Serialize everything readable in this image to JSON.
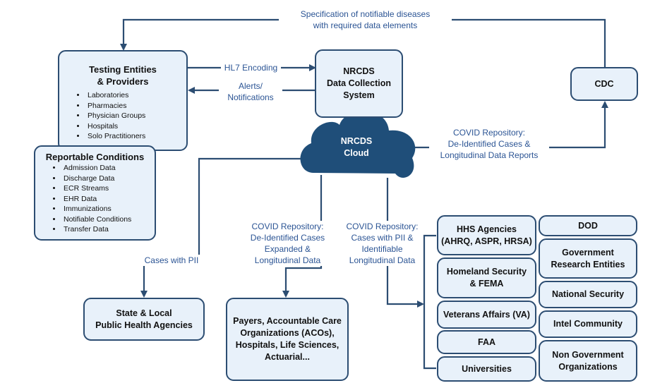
{
  "nodes": {
    "testing": {
      "title": "Testing Entities\n& Providers",
      "items": [
        "Laboratories",
        "Pharmacies",
        "Physician Groups",
        "Hospitals",
        "Solo Practitioners"
      ]
    },
    "reportable": {
      "title": "Reportable Conditions",
      "items": [
        "Admission Data",
        "Discharge Data",
        "ECR Streams",
        "EHR Data",
        "Immunizations",
        "Notifiable Conditions",
        "Transfer Data"
      ]
    },
    "nrcds_system": "NRCDS\nData Collection\nSystem",
    "cloud": "NRCDS\nCloud",
    "cdc": "CDC",
    "state_local": "State & Local\nPublic Health Agencies",
    "payers": "Payers, Accountable Care\nOrganizations (ACOs),\nHospitals, Life Sciences,\nActuarial...",
    "hhs": "HHS Agencies\n(AHRQ, ASPR, HRSA)",
    "homeland": "Homeland Security\n& FEMA",
    "veterans": "Veterans Affairs (VA)",
    "faa": "FAA",
    "universities": "Universities",
    "dod": "DOD",
    "gov_research": "Government\nResearch Entities",
    "national_security": "National Security",
    "intel": "Intel Community",
    "non_gov": "Non Government\nOrganizations"
  },
  "edges": {
    "spec": [
      "Specification of notifiable diseases",
      "with required data elements"
    ],
    "hl7": [
      "HL7 Encoding"
    ],
    "alerts": [
      "Alerts/",
      "Notifications"
    ],
    "covid_cdc": [
      "COVID Repository:",
      "De-Identified Cases &",
      "Longitudinal Data Reports"
    ],
    "cases_pii": [
      "Cases with PII"
    ],
    "covid_expanded": [
      "COVID Repository:",
      "De-Identified Cases",
      "Expanded &",
      "Longitudinal Data"
    ],
    "covid_pii": [
      "COVID Repository:",
      "Cases with PII &",
      "Identifiable",
      "Longitudinal Data"
    ]
  },
  "colors": {
    "border": "#2c4d72",
    "box_fill": "#e8f1fa",
    "cloud": "#1f4e79",
    "label": "#2b5494",
    "arrow": "#2c4d72"
  }
}
